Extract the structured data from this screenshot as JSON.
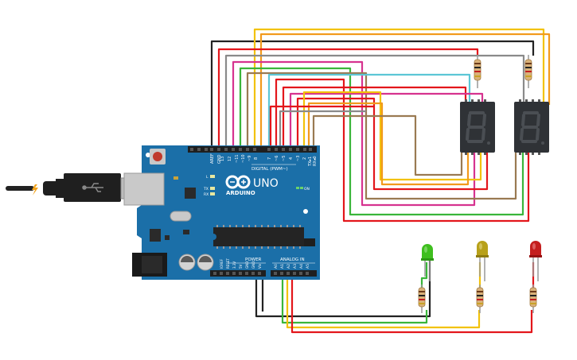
{
  "board": {
    "brand": "ARDUINO",
    "model": "UNO",
    "digital_label": "DIGITAL (PWM~)",
    "power_label": "POWER",
    "analog_label": "ANALOG IN",
    "on_label": "ON",
    "led_l": "L",
    "led_tx": "TX",
    "led_rx": "RX",
    "digital_pins": [
      "AREF",
      "GND",
      "13",
      "12",
      "~11",
      "~10",
      "~9",
      "8",
      "7",
      "~6",
      "~5",
      "4",
      "~3",
      "2",
      "TX▸1",
      "RX◂0"
    ],
    "power_pins": [
      "IOREF",
      "RESET",
      "3.3V",
      "5V",
      "GND",
      "GND",
      "Vin"
    ],
    "analog_pins": [
      "A0",
      "A1",
      "A2",
      "A3",
      "A4",
      "A5"
    ]
  },
  "displays": [
    {
      "id": "display-1",
      "digit": "8"
    },
    {
      "id": "display-2",
      "digit": "8"
    }
  ],
  "leds": [
    {
      "id": "led-green",
      "color": "#3fbf1f"
    },
    {
      "id": "led-yellow",
      "color": "#b8a11a"
    },
    {
      "id": "led-red",
      "color": "#c41e1e"
    }
  ],
  "colors": {
    "board": "#1b6fa8",
    "wire_red": "#e3161b",
    "wire_black": "#222222",
    "wire_yellow": "#f2c20a",
    "wire_orange": "#f29a1c",
    "wire_green": "#3ab53a",
    "wire_brown": "#9a7a52",
    "wire_cyan": "#5cc6d6",
    "wire_magenta": "#d6338f",
    "wire_gray": "#8a8a8a"
  }
}
